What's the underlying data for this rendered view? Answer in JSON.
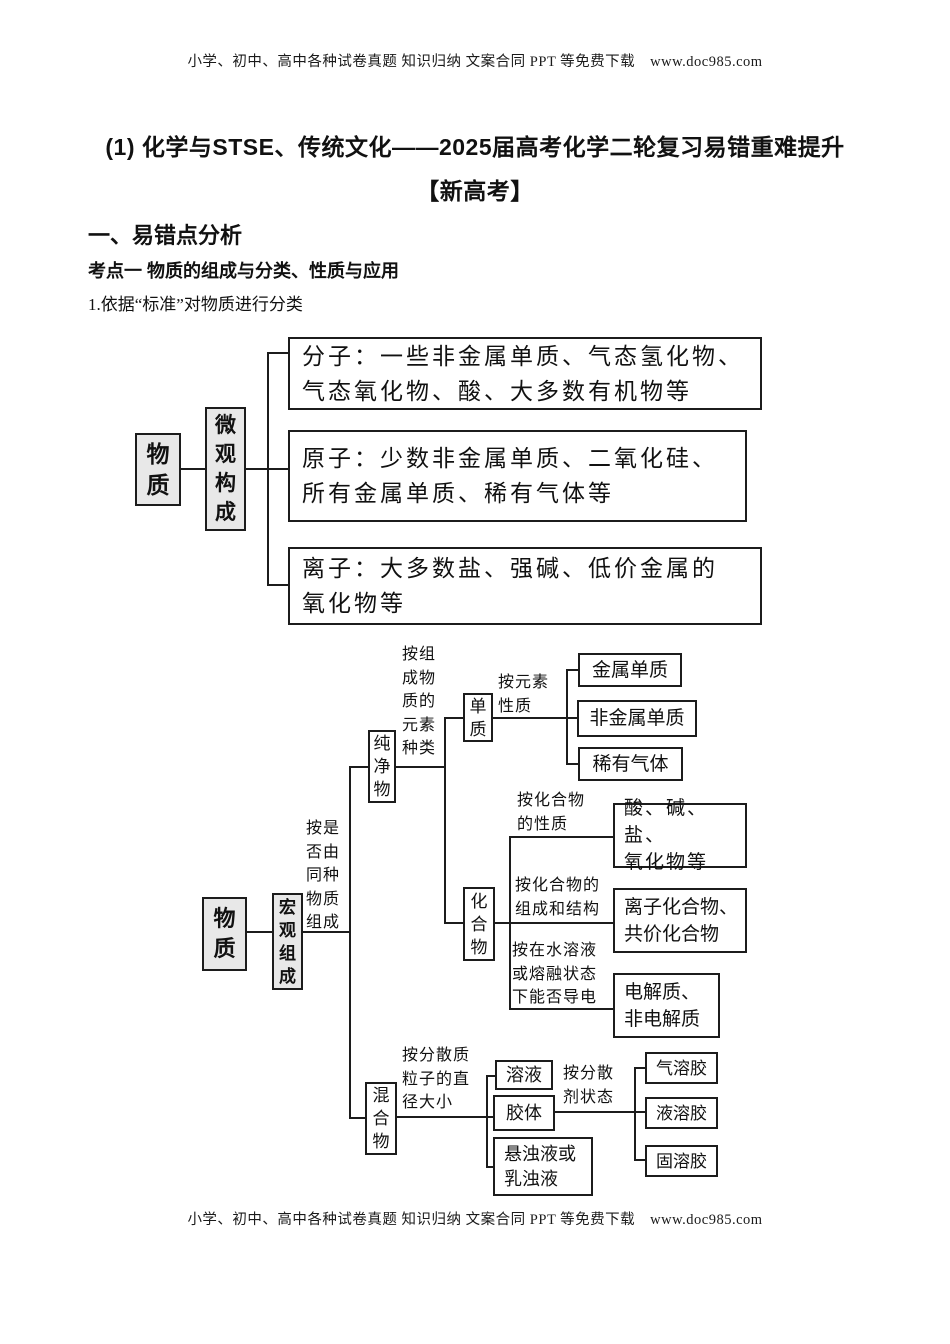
{
  "page": {
    "watermark": "小学、初中、高中各种试卷真题 知识归纳 文案合同 PPT 等免费下载　www.doc985.com",
    "title_line1": "(1) 化学与STSE、传统文化——2025届高考化学二轮复习易错重难提升",
    "title_line2": "【新高考】",
    "section_heading": "一、易错点分析",
    "topic_heading": "考点一 物质的组成与分类、性质与应用",
    "item_text": "1.依据“标准”对物质进行分类"
  },
  "micro_diagram": {
    "root": "物\n质",
    "category": "微\n观\n构\n成",
    "leaves": [
      "分子：一些非金属单质、气态氢化物、\n气态氧化物、酸、大多数有机物等",
      "原子：少数非金属单质、二氧化硅、\n所有金属单质、稀有气体等",
      "离子：大多数盐、强碱、低价金属的\n氧化物等"
    ]
  },
  "macro_diagram": {
    "root": "物\n质",
    "category": "宏\n观\n组\n成",
    "criteria_same_substance": "按是\n否由\n同种\n物质\n组成",
    "pure_substance": "纯\n净\n物",
    "criteria_element_kinds": "按组\n成物\n质的\n元素\n种类",
    "element": "单\n质",
    "criteria_element_property": "按元素\n性质",
    "element_types": [
      "金属单质",
      "非金属单质",
      "稀有气体"
    ],
    "compound": "化\n合\n物",
    "criteria_compound_property": "按化合物\n的性质",
    "compound_by_property": "酸、碱、盐、\n氧化物等",
    "criteria_composition_structure": "按化合物的\n组成和结构",
    "compound_by_structure": "离子化合物、\n共价化合物",
    "criteria_conductivity": "按在水溶液\n或熔融状态\n下能否导电",
    "compound_by_conductivity": "电解质、\n非电解质",
    "mixture": "混\n合\n物",
    "criteria_particle_diameter": "按分散质\n粒子的直\n径大小",
    "mixture_types": [
      "溶液",
      "胶体",
      "悬浊液或\n乳浊液"
    ],
    "criteria_dispersant_state": "按分散\n剂状态",
    "colloid_types": [
      "气溶胶",
      "液溶胶",
      "固溶胶"
    ]
  },
  "colors": {
    "node_fill": "#e8e8e8",
    "line": "#1c1c1c",
    "text": "#111111",
    "background": "#ffffff"
  }
}
